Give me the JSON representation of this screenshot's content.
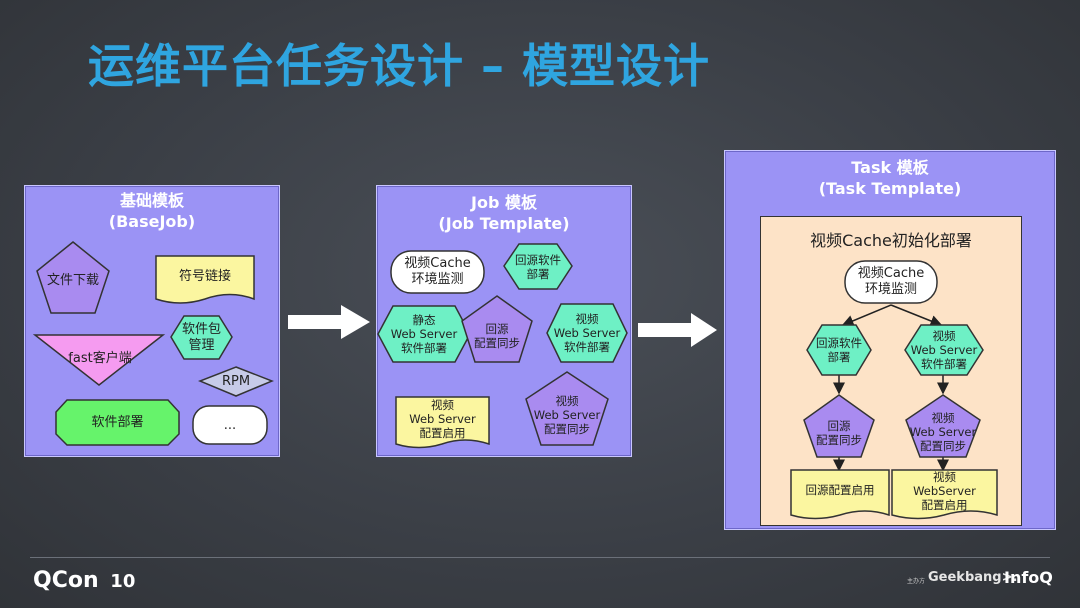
{
  "title": "运维平台任务设计 – 模型设计",
  "panels": {
    "base": {
      "title": "基础模板",
      "subtitle": "(BaseJob)"
    },
    "job": {
      "title": "Job 模板",
      "subtitle": "(Job Template)"
    },
    "task": {
      "title": "Task 模板",
      "subtitle": "(Task Template)",
      "inner_title": "视频Cache初始化部署"
    }
  },
  "base_nodes": {
    "download": "文件下载",
    "symlink": "符号链接",
    "pkg": "软件包\n管理",
    "fast": "fast客户端",
    "rpm": "RPM",
    "deploy": "软件部署",
    "more": "..."
  },
  "job_nodes": {
    "cache_env": "视频Cache\n环境监测",
    "origin_sw": "回源软件\n部署",
    "static_ws": "静态\nWeb Server\n软件部署",
    "origin_sync": "回源\n配置同步",
    "video_ws": "视频\nWeb Server\n软件部署",
    "video_enable": "视频\nWeb Server\n配置启用",
    "video_sync": "视频\nWeb Server\n配置同步"
  },
  "task_nodes": {
    "cache_env": "视频Cache\n环境监测",
    "origin_sw": "回源软件\n部署",
    "video_ws": "视频\nWeb Server\n软件部署",
    "origin_sync": "回源\n配置同步",
    "video_sync": "视频\nWeb Server\n配置同步",
    "origin_enable": "回源配置启用",
    "video_enable": "视频\nWebServer\n配置启用"
  },
  "footer": {
    "brand": "QCon",
    "brand_suffix": "10",
    "host": "主办方",
    "geek": "Geekbang>.",
    "infoq": "InfoQ"
  },
  "colors": {
    "title": "#2fa5e0",
    "panel": "#9b93f5",
    "inner": "#fde3c7",
    "pentagon": "#a98bf0",
    "yellow": "#fbf6a0",
    "hexagon_green": "#6ef0c5",
    "pink": "#f59bf0",
    "green": "#66f36b",
    "white": "#ffffff"
  }
}
